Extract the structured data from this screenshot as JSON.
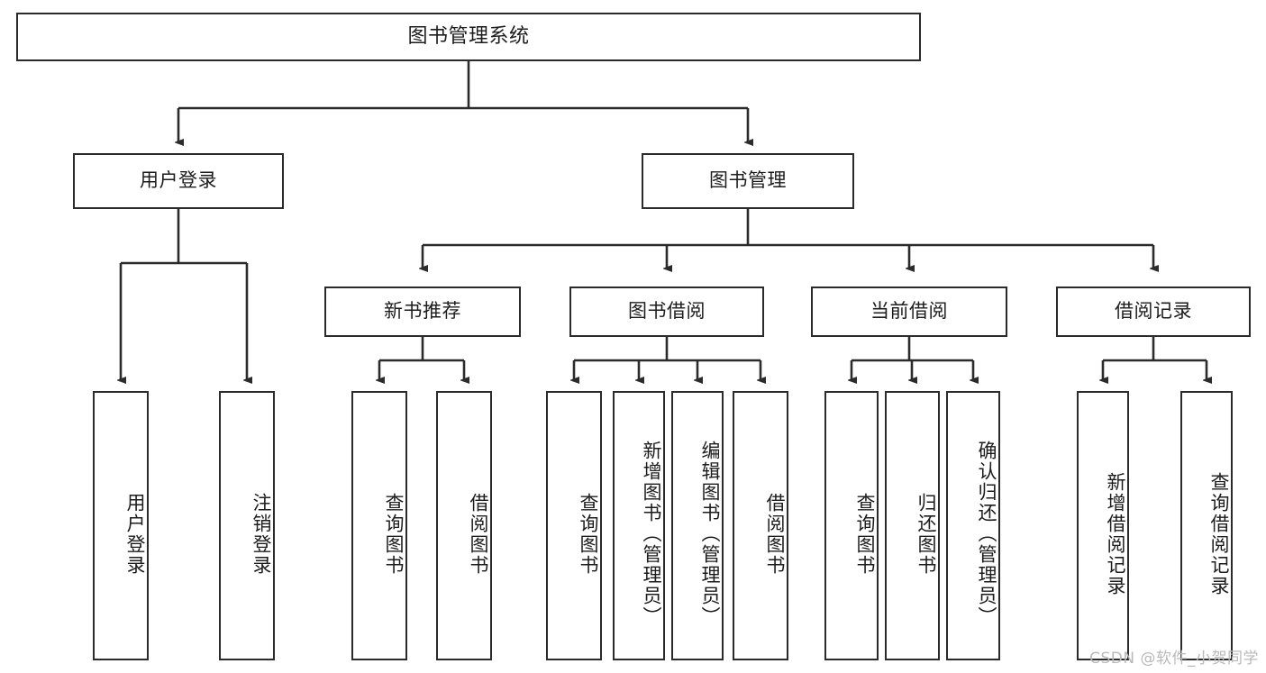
{
  "diagram": {
    "type": "tree",
    "title": "图书管理系统",
    "root": {
      "label": "图书管理系统"
    },
    "level2": [
      {
        "label": "用户登录"
      },
      {
        "label": "图书管理"
      }
    ],
    "level3": [
      {
        "label": "新书推荐"
      },
      {
        "label": "图书借阅"
      },
      {
        "label": "当前借阅"
      },
      {
        "label": "借阅记录"
      }
    ],
    "leaves": {
      "user_login": [
        {
          "label": "用户登录"
        },
        {
          "label": "注销登录"
        }
      ],
      "new_book_recommend": [
        {
          "label": "查询图书"
        },
        {
          "label": "借阅图书"
        }
      ],
      "book_borrow": [
        {
          "label": "查询图书"
        },
        {
          "label": "新增图书（管理员）"
        },
        {
          "label": "编辑图书（管理员）"
        },
        {
          "label": "借阅图书"
        }
      ],
      "current_borrow": [
        {
          "label": "查询图书"
        },
        {
          "label": "归还图书"
        },
        {
          "label": "确认归还（管理员）"
        }
      ],
      "borrow_record": [
        {
          "label": "新增借阅记录"
        },
        {
          "label": "查询借阅记录"
        }
      ]
    }
  },
  "watermark": {
    "text": "CSDN @软件_小贺同学"
  },
  "colors": {
    "border": "#2b2b2b",
    "text": "#1c1c1c",
    "background": "#ffffff",
    "watermark": "#b9b9b9"
  }
}
